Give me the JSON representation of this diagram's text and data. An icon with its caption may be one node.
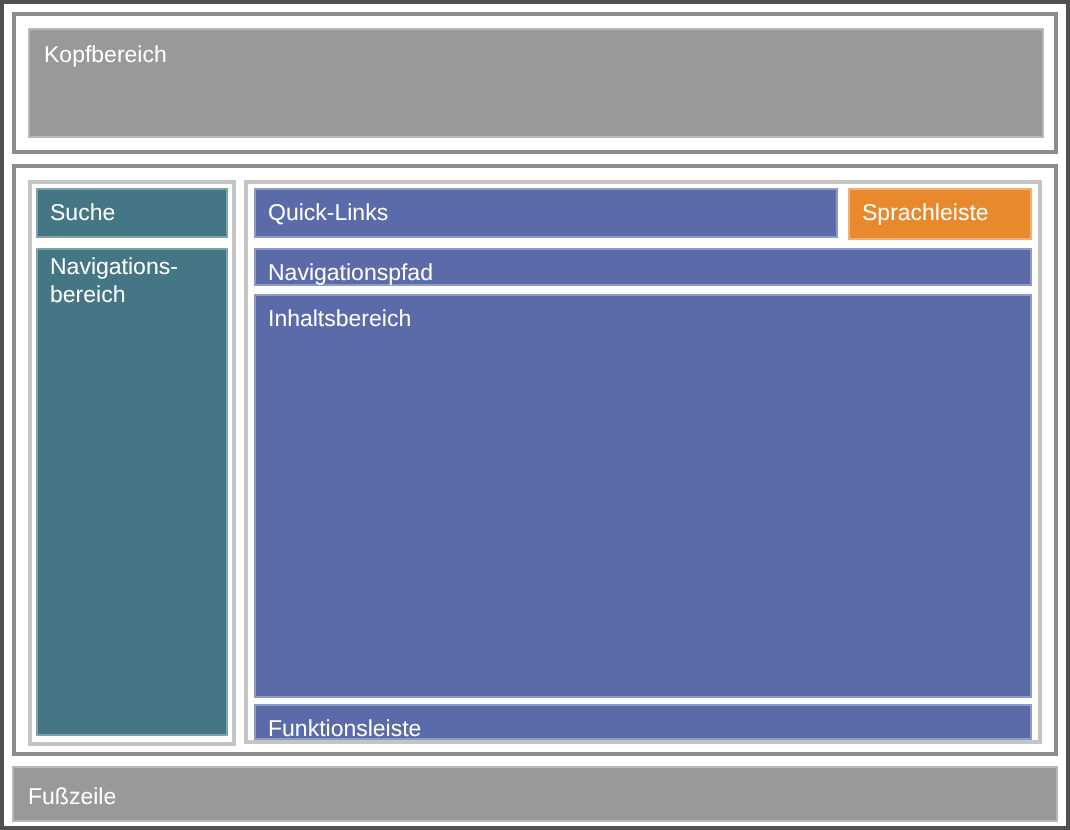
{
  "diagram": {
    "nodes": [
      {
        "text": [],
        "shape": "box"
      },
      {
        "text": [],
        "shape": "box",
        "in": 0
      },
      {
        "text": [
          "Kopfbereich"
        ],
        "in": 1
      },
      {
        "text": [],
        "shape": "box",
        "in": 0
      },
      {
        "text": [],
        "shape": "box",
        "in": 3
      },
      {
        "text": [
          "Suche"
        ],
        "in": 4
      },
      {
        "text": [
          "Navigations- bereich"
        ],
        "in": 4
      },
      {
        "text": [],
        "shape": "box",
        "in": 3
      },
      {
        "text": [
          "Quick-Links"
        ],
        "in": 7
      },
      {
        "text": [
          "Sprachleiste"
        ],
        "in": 7
      },
      {
        "text": [
          "Navigationspfad"
        ],
        "in": 7
      },
      {
        "text": [
          "Inhaltsbereich"
        ],
        "in": 7
      },
      {
        "text": [
          "Funktionsleiste"
        ],
        "in": 7
      },
      {
        "text": [
          "Fußzeile"
        ],
        "in": 0
      }
    ]
  }
}
